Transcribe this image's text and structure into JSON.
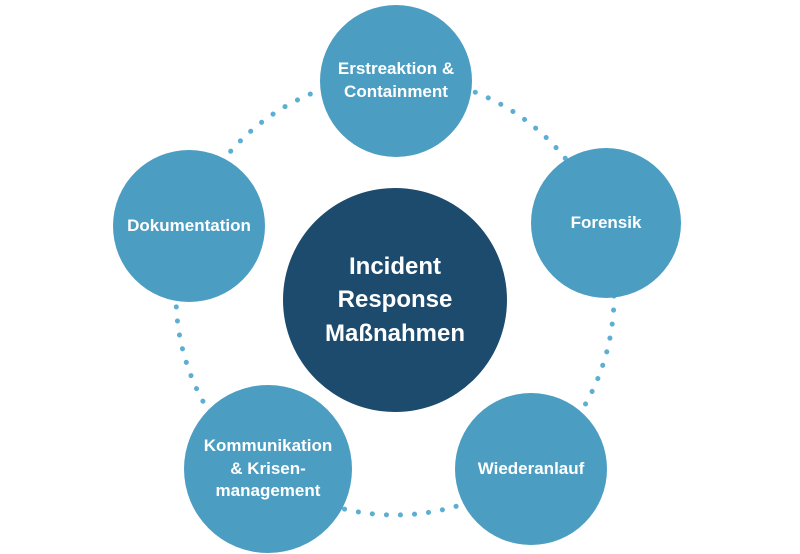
{
  "diagram": {
    "title": "Incident Response Maßnahmen",
    "center": {
      "label": "Incident\nResponse\nMaßnahmen"
    },
    "nodes": [
      {
        "id": "erstreaktion-containment",
        "position": "top",
        "label": "Erstreaktion &\nContainment"
      },
      {
        "id": "forensik",
        "position": "right",
        "label": "Forensik"
      },
      {
        "id": "wiederanlauf",
        "position": "bottom-right",
        "label": "Wiederanlauf"
      },
      {
        "id": "kommunikation-krisenmanagement",
        "position": "bottom-left",
        "label": "Kommunikation\n& Krisen-\nmanagement"
      },
      {
        "id": "dokumentation",
        "position": "left",
        "label": "Dokumentation"
      }
    ],
    "colors": {
      "center": "#1d4b6e",
      "node": "#4c9dc2",
      "dots": "#5caed2",
      "text": "#ffffff"
    }
  }
}
